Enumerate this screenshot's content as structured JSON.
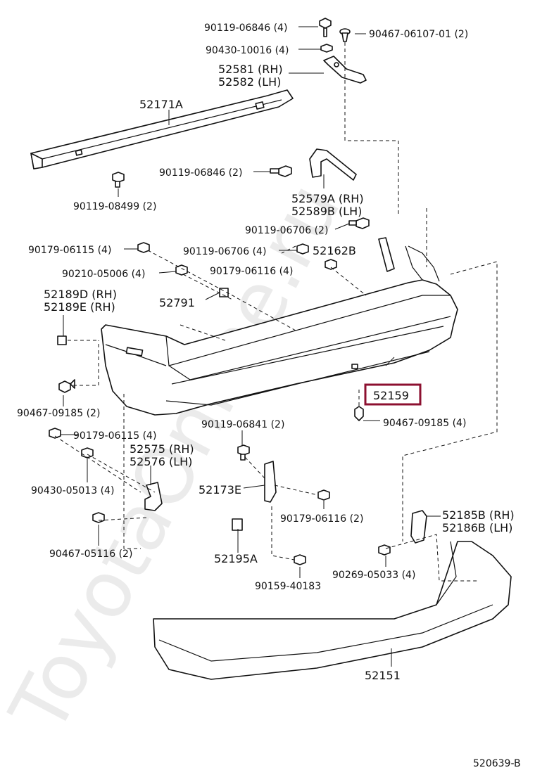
{
  "watermark": "ToyotaOnline.ru",
  "diagram_code": "520639-B",
  "highlight_color": "#8c1030",
  "labels": {
    "p90119_06846_top": "90119-06846 (4)",
    "p90467_06107": "90467-06107-01 (2)",
    "p90430_10016": "90430-10016 (4)",
    "p52581": "52581 (RH)",
    "p52582": "52582 (LH)",
    "p52171A": "52171A",
    "p90119_06846_mid": "90119-06846 (2)",
    "p90119_08499": "90119-08499 (2)",
    "p52579A": "52579A (RH)",
    "p52589B": "52589B (LH)",
    "p90119_06706_a": "90119-06706 (2)",
    "p90179_06115_a": "90179-06115 (4)",
    "p90119_06706_b": "90119-06706 (4)",
    "p52162B": "52162B",
    "p90210_05006": "90210-05006 (4)",
    "p90179_06116_a": "90179-06116 (4)",
    "p52189D": "52189D (RH)",
    "p52189E": "52189E (RH)",
    "p52791": "52791",
    "p52159": "52159",
    "p90467_09185_a": "90467-09185 (2)",
    "p90467_09185_b": "90467-09185 (4)",
    "p90179_06115_b": "90179-06115 (4)",
    "p90119_06841": "90119-06841 (2)",
    "p52575": "52575 (RH)",
    "p52576": "52576 (LH)",
    "p90430_05013": "90430-05013 (4)",
    "p52173E": "52173E",
    "p90179_06116_b": "90179-06116 (2)",
    "p52185B": "52185B (RH)",
    "p52186B": "52186B (LH)",
    "p90467_05116": "90467-05116 (2)",
    "p52195A": "52195A",
    "p90269_05033": "90269-05033 (4)",
    "p90159_40183": "90159-40183",
    "p52151": "52151"
  }
}
